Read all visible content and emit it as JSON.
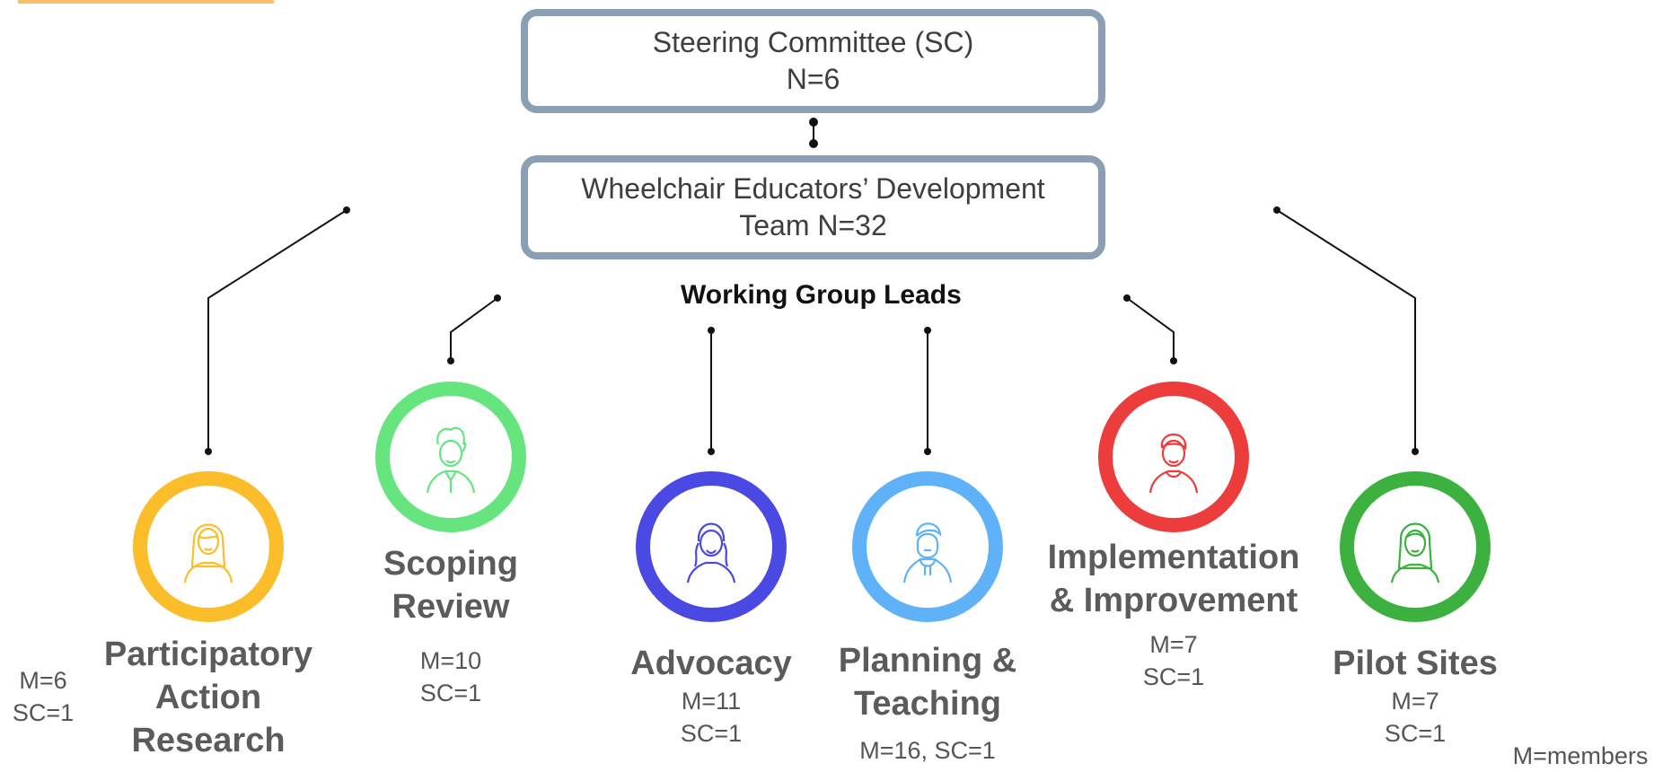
{
  "steering": {
    "title": "Steering Committee (SC)",
    "count": "N=6"
  },
  "team": {
    "line1": "Wheelchair Educators’ Development",
    "line2": "Team N=32"
  },
  "leads_label": "Working Group Leads",
  "groups": [
    {
      "id": "par",
      "label": [
        "Participatory",
        "Action",
        "Research"
      ],
      "meta": [
        "M=6",
        "SC=1"
      ],
      "color": "#fbbd2a",
      "icon": "person-long-hair-icon"
    },
    {
      "id": "scoping",
      "label": [
        "Scoping",
        "Review"
      ],
      "meta": [
        "M=10",
        "SC=1"
      ],
      "color": "#66e57f",
      "icon": "person-curly-hair-icon"
    },
    {
      "id": "advocacy",
      "label": [
        "Advocacy"
      ],
      "meta": [
        "M=11",
        "SC=1"
      ],
      "color": "#4a49e3",
      "icon": "person-braids-icon"
    },
    {
      "id": "planning",
      "label": [
        "Planning &",
        "Teaching"
      ],
      "meta": [
        "M=16, SC=1"
      ],
      "color": "#5fb2f8",
      "icon": "person-hoodie-icon"
    },
    {
      "id": "implementation",
      "label": [
        "Implementation",
        "& Improvement"
      ],
      "meta": [
        "M=7",
        "SC=1"
      ],
      "color": "#ed3c3c",
      "icon": "person-short-hair-icon"
    },
    {
      "id": "pilot",
      "label": [
        "Pilot Sites"
      ],
      "meta": [
        "M=7",
        "SC=1"
      ],
      "color": "#3db13f",
      "icon": "person-long-hair-icon"
    }
  ],
  "footnote": "M=members"
}
